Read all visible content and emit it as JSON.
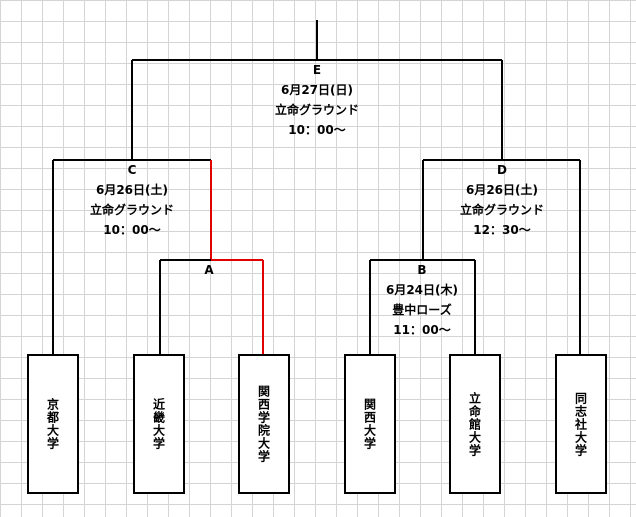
{
  "matches": {
    "E": {
      "label": "E",
      "date": "6月27日(日)",
      "venue": "立命グラウンド",
      "time": "10：00〜"
    },
    "C": {
      "label": "C",
      "date": "6月26日(土)",
      "venue": "立命グラウンド",
      "time": "10：00〜"
    },
    "D": {
      "label": "D",
      "date": "6月26日(土)",
      "venue": "立命グラウンド",
      "time": "12：30〜"
    },
    "A": {
      "label": "A"
    },
    "B": {
      "label": "B",
      "date": "6月24日(木)",
      "venue": "豊中ローズ",
      "time": "11：00〜"
    }
  },
  "teams": [
    "京都大学",
    "近畿大学",
    "関西学院大学",
    "関西大学",
    "立命館大学",
    "同志社大学"
  ],
  "colors": {
    "line": "#000000",
    "winner_line": "#e00000",
    "grid": "#d4d4d4"
  }
}
